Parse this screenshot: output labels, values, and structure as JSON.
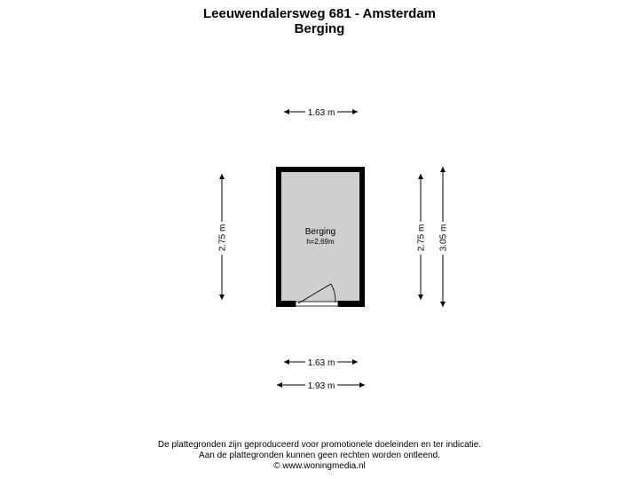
{
  "header": {
    "address": "Leeuwendalersweg 681 - Amsterdam",
    "floor": "Berging"
  },
  "room": {
    "name": "Berging",
    "height": "h=2,69m"
  },
  "dimensions": {
    "top_inner_width": "1.63 m",
    "bottom_inner_width": "1.63 m",
    "bottom_outer_width": "1.93 m",
    "left_inner_depth": "2.75 m",
    "right_inner_depth": "2.75 m",
    "right_outer_depth": "3.05 m"
  },
  "footer": {
    "line1": "De plattegronden zijn geproduceerd voor promotionele doeleinden en ter indicatie.",
    "line2": "Aan de plattegronden kunnen geen rechten worden ontleend.",
    "line3": "© www.woningmedia.nl"
  }
}
